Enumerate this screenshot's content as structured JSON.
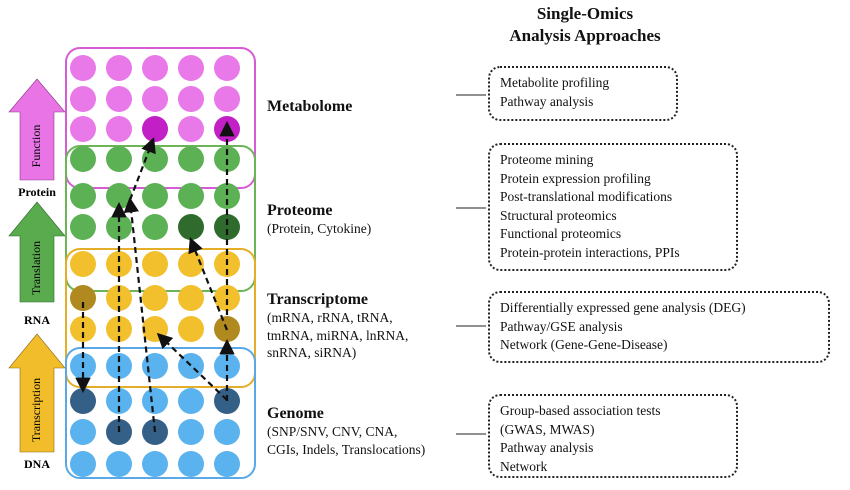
{
  "heading": {
    "line1": "Single-Omics",
    "line2": "Analysis Approaches"
  },
  "left_axis": {
    "arrows": [
      {
        "label": "Function",
        "color": "#e874e6"
      },
      {
        "label": "Translation",
        "color": "#5aab4e"
      },
      {
        "label": "Transcription",
        "color": "#f1bd2a"
      }
    ],
    "molecules": [
      "Protein",
      "RNA",
      "DNA"
    ]
  },
  "layers": [
    {
      "title": "Metabolome",
      "subtitle": [],
      "color": "#e96fe3",
      "approaches": [
        "Metabolite profiling",
        "Pathway analysis"
      ]
    },
    {
      "title": "Proteome",
      "subtitle": [
        "(Protein, Cytokine)"
      ],
      "color": "#58ad4f",
      "approaches": [
        "Proteome mining",
        "Protein expression profiling",
        "Post-translational modifications",
        "Structural proteomics",
        "Functional proteomics",
        "Protein-protein interactions, PPIs"
      ]
    },
    {
      "title": "Transcriptome",
      "subtitle": [
        "(mRNA, rRNA, tRNA,",
        "tmRNA, miRNA, lnRNA,",
        "snRNA, siRNA)"
      ],
      "color": "#f0bd2b",
      "approaches": [
        "Differentially expressed gene analysis (DEG)",
        "Pathway/GSE analysis",
        "Network (Gene-Gene-Disease)"
      ]
    },
    {
      "title": "Genome",
      "subtitle": [
        "(SNP/SNV, CNV, CNA,",
        "CGIs, Indels, Translocations)"
      ],
      "color": "#5ab2ec",
      "approaches": [
        "Group-based association tests",
        "(GWAS, MWAS)",
        "Pathway analysis",
        "Network"
      ]
    }
  ],
  "grid_colors": {
    "metabolome": "#e978e8",
    "metabolome_dark": "#c31fc7",
    "proteome": "#5db155",
    "proteome_dark": "#2f6b2c",
    "transcriptome": "#f2c02c",
    "transcriptome_dark": "#b08a1e",
    "genome": "#5ab3ee",
    "genome_dark": "#345f86",
    "frame_metabolome": "#d65cd6",
    "frame_proteome": "#6cb556",
    "frame_transcriptome": "#e5ae28",
    "frame_genome": "#5aa9e6",
    "arrow": "#111111"
  }
}
